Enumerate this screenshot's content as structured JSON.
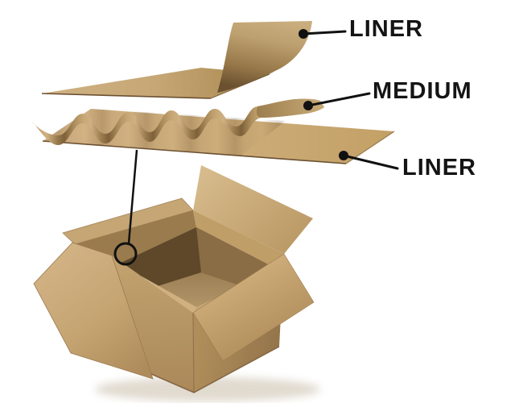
{
  "figure": {
    "type": "diagram",
    "subject": "corrugated-cardboard-construction",
    "labels": [
      {
        "id": "top-liner",
        "text": "LINER"
      },
      {
        "id": "medium",
        "text": "MEDIUM"
      },
      {
        "id": "bottom-liner",
        "text": "LINER"
      }
    ],
    "annotations": {
      "cross_section_circle": "circle marking box wall cross-section",
      "connector": "line linking circle to layer stack"
    },
    "colors": {
      "background": "#ffffff",
      "label_text": "#141414",
      "line": "#111111",
      "cardboard_light": "#d0b183",
      "cardboard_mid": "#c6a674",
      "cardboard_dark": "#8a6b42",
      "interior_shadow": "#5e4829"
    }
  }
}
